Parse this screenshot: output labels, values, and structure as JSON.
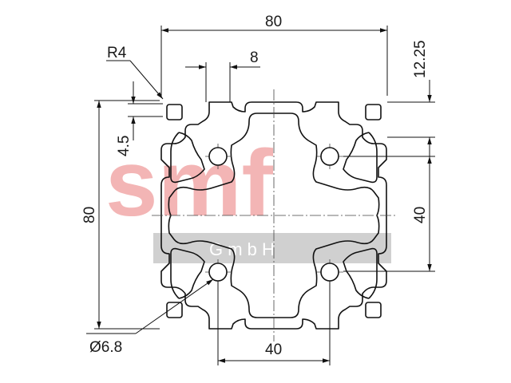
{
  "watermark": {
    "logo": "smf",
    "sub": "G m b H",
    "color": "#f3b5b5",
    "bar_color": "#cfcfcf"
  },
  "dimensions": {
    "width_top": "80",
    "slot": "8",
    "radius": "R4",
    "offset_right": "12.25",
    "depth": "4.5",
    "height_left": "80",
    "pitch_right": "40",
    "hole": "Ø6.8",
    "pitch_bottom": "40"
  }
}
